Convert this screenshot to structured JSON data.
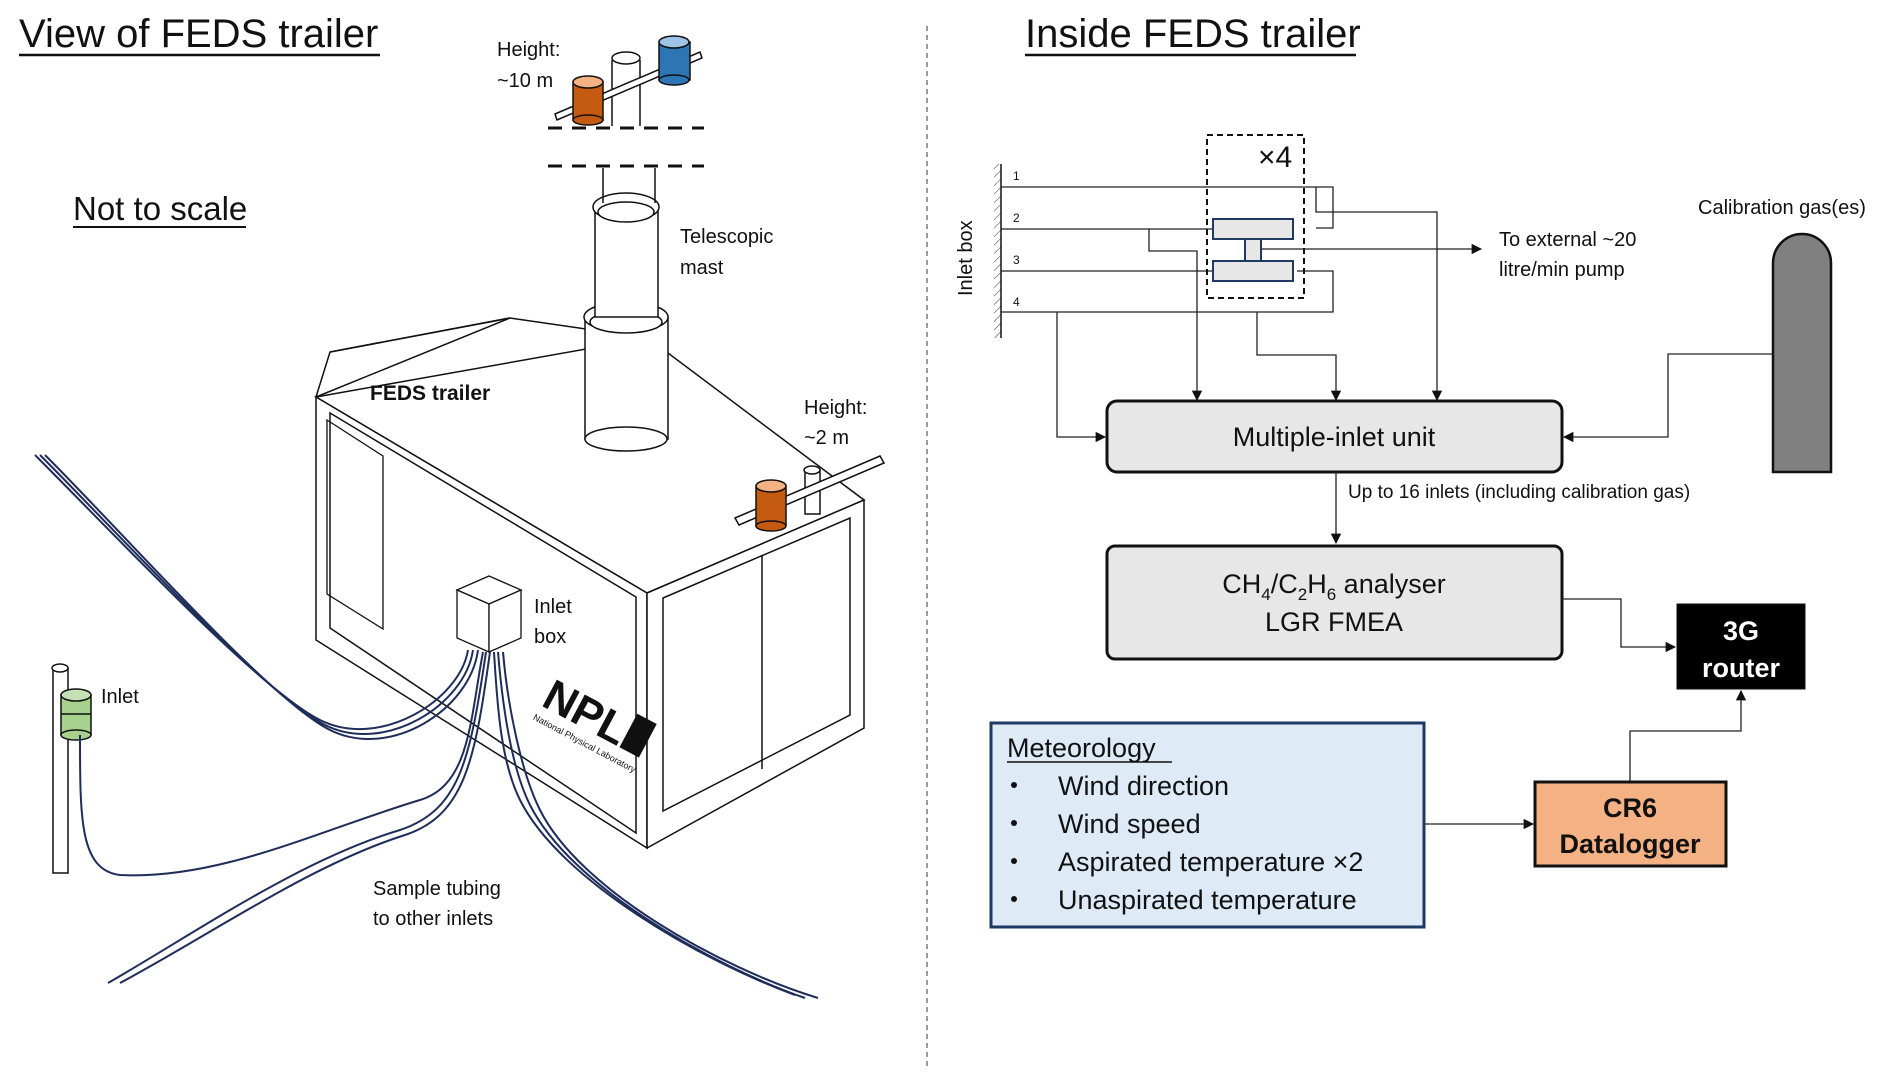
{
  "left_panel": {
    "title": "View of FEDS trailer",
    "scale_note": "Not to scale",
    "mast_top_label_line1": "Height:",
    "mast_top_label_line2": "~10 m",
    "mast_label_line1": "Telescopic",
    "mast_label_line2": "mast",
    "trailer_label": "FEDS trailer",
    "roof_inlet_label_line1": "Height:",
    "roof_inlet_label_line2": "~2 m",
    "inlet_box_label_line1": "Inlet",
    "inlet_box_label_line2": "box",
    "inlet_label": "Inlet",
    "tubing_label_line1": "Sample tubing",
    "tubing_label_line2": "to other inlets",
    "logo_text": "NPL",
    "logo_subtext": "National Physical Laboratory",
    "colors": {
      "orange_inlet": "#c55a11",
      "blue_inlet": "#2e75b6",
      "green_inlet": "#a9d18e",
      "tubing": "#1f2d5a"
    }
  },
  "right_panel": {
    "title": "Inside FEDS trailer",
    "inlet_box_label": "Inlet box",
    "inlet_numbers": [
      "1",
      "2",
      "3",
      "4"
    ],
    "multiplier_label": "×4",
    "pump_label_line1": "To external ~20",
    "pump_label_line2": "litre/min pump",
    "calibration_label": "Calibration gas(es)",
    "multi_inlet_unit": "Multiple-inlet unit",
    "inlets_note": "Up to 16 inlets (including calibration gas)",
    "analyser": {
      "species": {
        "ch": "CH",
        "sub1": "4",
        "c": "/C",
        "sub2": "2",
        "h": "H",
        "sub3": "6",
        "suffix": " analyser"
      },
      "line2": "LGR FMEA"
    },
    "router_line1": "3G",
    "router_line2": "router",
    "datalogger_line1": "CR6",
    "datalogger_line2": "Datalogger",
    "meteorology": {
      "title": "Meteorology",
      "items": [
        "Wind direction",
        "Wind speed",
        "Aspirated temperature ×2",
        "Unaspirated temperature"
      ]
    },
    "colors": {
      "box_fill": "#e7e7e7",
      "router_fill": "#000000",
      "datalogger_fill": "#f4b183",
      "meteorology_fill": "#deebf7",
      "meteorology_border": "#1f3864",
      "cylinder_fill": "#808080",
      "valve_border": "#1f3864"
    }
  }
}
